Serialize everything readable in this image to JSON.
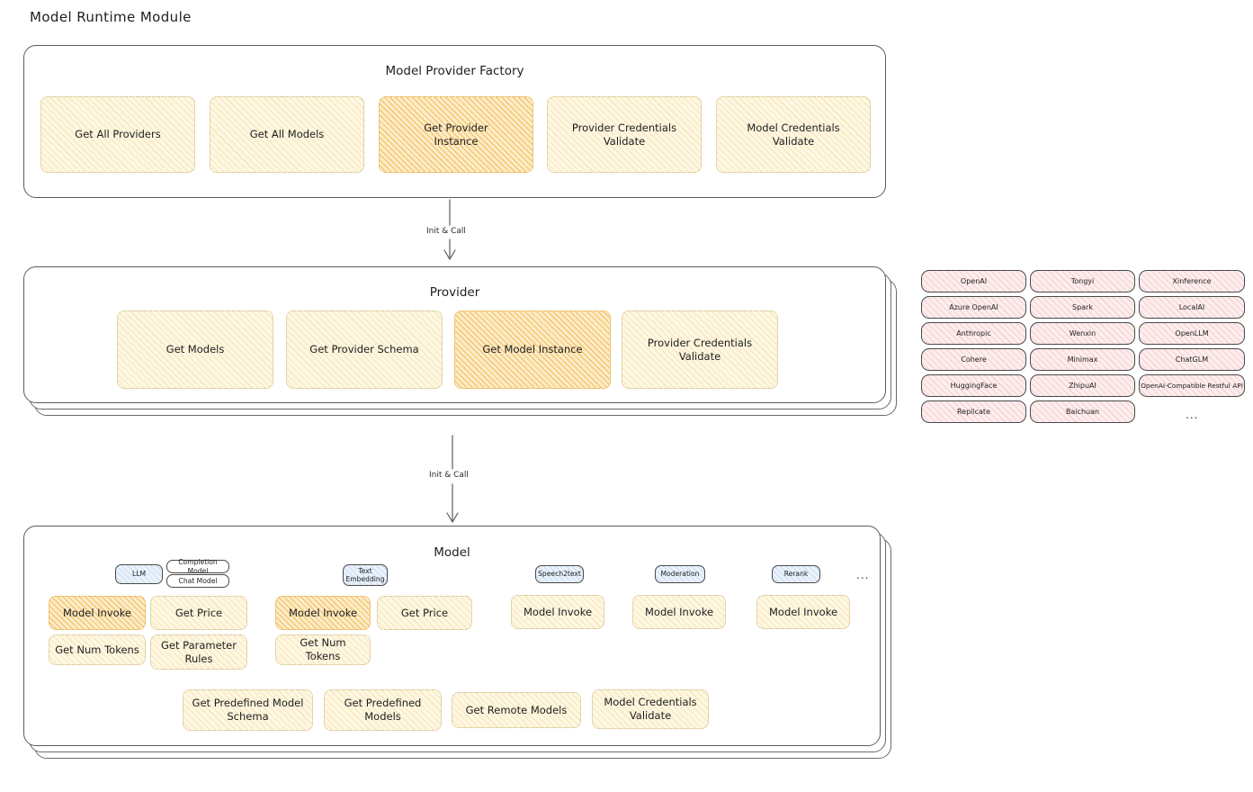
{
  "page": {
    "title": "Model Runtime Module"
  },
  "factory": {
    "title": "Model Provider Factory",
    "nodes": [
      {
        "label": "Get All Providers",
        "highlight": false
      },
      {
        "label": "Get All Models",
        "highlight": false
      },
      {
        "label": "Get Provider\nInstance",
        "highlight": true
      },
      {
        "label": "Provider Credentials\nValidate",
        "highlight": false
      },
      {
        "label": "Model Credentials\nValidate",
        "highlight": false
      }
    ]
  },
  "arrows": [
    {
      "label": "Init & Call"
    },
    {
      "label": "Init & Call"
    }
  ],
  "provider": {
    "title": "Provider",
    "nodes": [
      {
        "label": "Get Models",
        "highlight": false
      },
      {
        "label": "Get Provider Schema",
        "highlight": false
      },
      {
        "label": "Get Model Instance",
        "highlight": true
      },
      {
        "label": "Provider Credentials\nValidate",
        "highlight": false
      }
    ]
  },
  "provider_list": {
    "columns": [
      {
        "items": [
          "OpenAI",
          "Azure OpenAI",
          "Anthropic",
          "Cohere",
          "HuggingFace",
          "Replicate"
        ]
      },
      {
        "items": [
          "Tongyi",
          "Spark",
          "Wenxin",
          "Minimax",
          "ZhipuAI",
          "Baichuan"
        ]
      },
      {
        "items": [
          "Xinference",
          "LocalAI",
          "OpenLLM",
          "ChatGLM",
          "OpenAI-Compatible Restful API"
        ]
      }
    ],
    "more": "..."
  },
  "model": {
    "title": "Model",
    "more": "...",
    "types": [
      {
        "chip": "LLM",
        "sub": [
          "Completion Model",
          "Chat Model"
        ],
        "methods": [
          {
            "label": "Model Invoke",
            "highlight": true
          },
          {
            "label": "Get Price",
            "highlight": false
          },
          {
            "label": "Get Num Tokens",
            "highlight": false
          },
          {
            "label": "Get Parameter\nRules",
            "highlight": false
          }
        ]
      },
      {
        "chip": "Text\nEmbedding",
        "sub": [],
        "methods": [
          {
            "label": "Model Invoke",
            "highlight": true
          },
          {
            "label": "Get Price",
            "highlight": false
          },
          {
            "label": "Get Num Tokens",
            "highlight": false
          }
        ]
      },
      {
        "chip": "Speech2text",
        "sub": [],
        "methods": [
          {
            "label": "Model Invoke",
            "highlight": false
          }
        ]
      },
      {
        "chip": "Moderation",
        "sub": [],
        "methods": [
          {
            "label": "Model Invoke",
            "highlight": false
          }
        ]
      },
      {
        "chip": "Rerank",
        "sub": [],
        "methods": [
          {
            "label": "Model Invoke",
            "highlight": false
          }
        ]
      }
    ],
    "common_methods": [
      {
        "label": "Get Predefined Model\nSchema"
      },
      {
        "label": "Get Predefined\nModels"
      },
      {
        "label": "Get Remote Models"
      },
      {
        "label": "Model Credentials\nValidate"
      }
    ]
  },
  "colors": {
    "yellow_light": "#fdf7e3",
    "yellow_dark": "#fdeccb",
    "pink": "#fdeeee",
    "blue": "#eaf2fb",
    "stroke": "#5c5c5c"
  }
}
